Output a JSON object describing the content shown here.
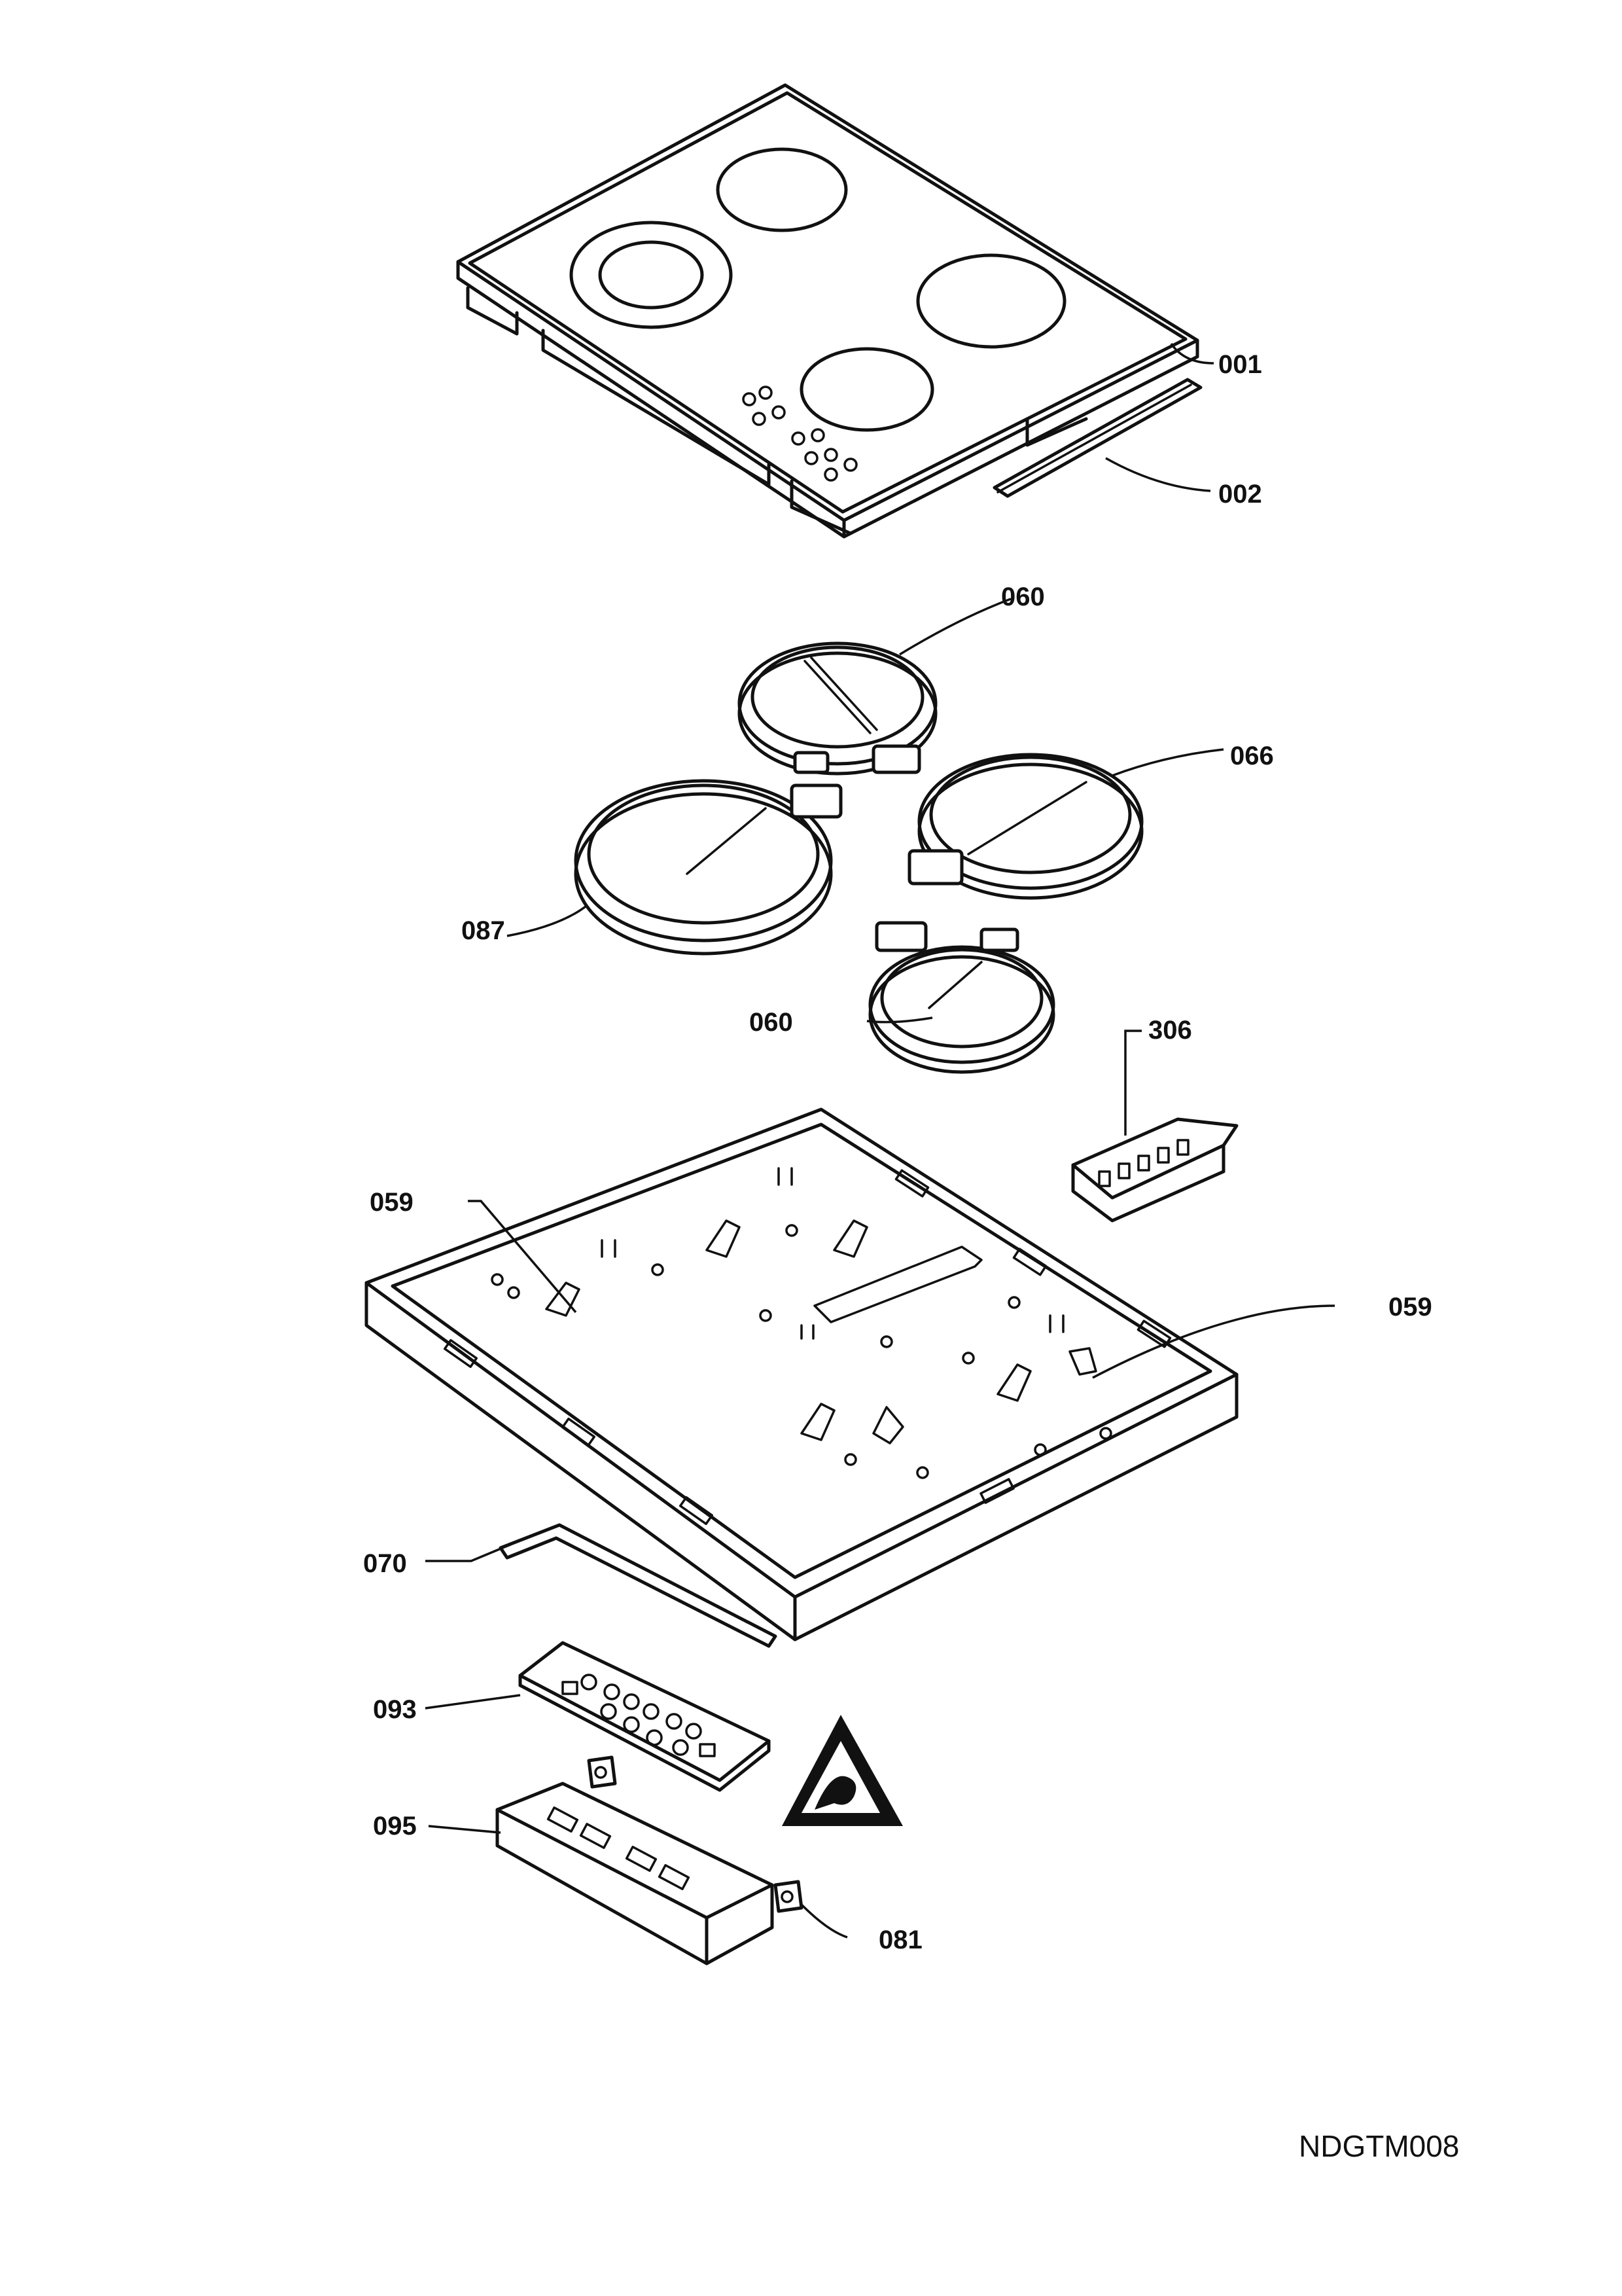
{
  "callouts": {
    "c001": "001",
    "c002": "002",
    "c060_top": "060",
    "c066": "066",
    "c087": "087",
    "c060_bottom": "060",
    "c306": "306",
    "c059_left": "059",
    "c059_right": "059",
    "c070": "070",
    "c093": "093",
    "c095": "095",
    "c081": "081"
  },
  "reference_code": "NDGTM008"
}
